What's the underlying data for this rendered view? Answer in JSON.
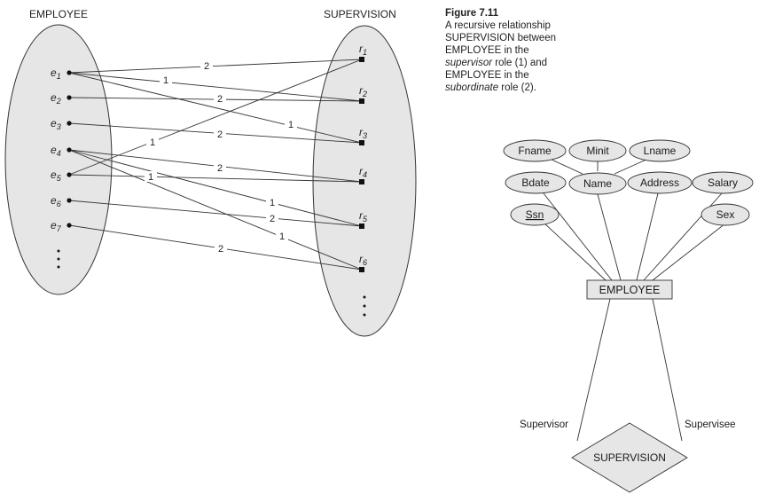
{
  "headers": {
    "left": "EMPLOYEE",
    "right": "SUPERVISION"
  },
  "employees": [
    {
      "base": "e",
      "sub": "1"
    },
    {
      "base": "e",
      "sub": "2"
    },
    {
      "base": "e",
      "sub": "3"
    },
    {
      "base": "e",
      "sub": "4"
    },
    {
      "base": "e",
      "sub": "5"
    },
    {
      "base": "e",
      "sub": "6"
    },
    {
      "base": "e",
      "sub": "7"
    }
  ],
  "relationships": [
    {
      "base": "r",
      "sub": "1"
    },
    {
      "base": "r",
      "sub": "2"
    },
    {
      "base": "r",
      "sub": "3"
    },
    {
      "base": "r",
      "sub": "4"
    },
    {
      "base": "r",
      "sub": "5"
    },
    {
      "base": "r",
      "sub": "6"
    }
  ],
  "links": [
    {
      "from": "e1",
      "to": "r1",
      "role": "2"
    },
    {
      "from": "e1",
      "to": "r2",
      "role": "1"
    },
    {
      "from": "e2",
      "to": "r2",
      "role": "2"
    },
    {
      "from": "e1",
      "to": "r3",
      "role": "1"
    },
    {
      "from": "e3",
      "to": "r3",
      "role": "2"
    },
    {
      "from": "e5",
      "to": "r1",
      "role": "1"
    },
    {
      "from": "e4",
      "to": "r4",
      "role": "2"
    },
    {
      "from": "e5",
      "to": "r4",
      "role": "1"
    },
    {
      "from": "e4",
      "to": "r5",
      "role": "1"
    },
    {
      "from": "e6",
      "to": "r5",
      "role": "2"
    },
    {
      "from": "e4",
      "to": "r6",
      "role": "1"
    },
    {
      "from": "e7",
      "to": "r6",
      "role": "2"
    }
  ],
  "caption": {
    "number": "Figure 7.11",
    "line1": "A recursive relationship",
    "line2": "SUPERVISION between",
    "line3": "EMPLOYEE in the",
    "line4_italic": "supervisor",
    "line4_rest": " role (1) and",
    "line5": "EMPLOYEE in the",
    "line6_italic": "subordinate",
    "line6_rest": " role (2)."
  },
  "er": {
    "attributes": {
      "fname": "Fname",
      "minit": "Minit",
      "lname": "Lname",
      "bdate": "Bdate",
      "name": "Name",
      "address": "Address",
      "salary": "Salary",
      "ssn": "Ssn",
      "sex": "Sex"
    },
    "entity": "EMPLOYEE",
    "relationship": "SUPERVISION",
    "role_left": "Supervisor",
    "role_right": "Supervisee"
  },
  "colors": {
    "ellipse_fill": "#e6e6e6",
    "entity_fill": "#e6e6e6",
    "stroke": "#333333"
  }
}
